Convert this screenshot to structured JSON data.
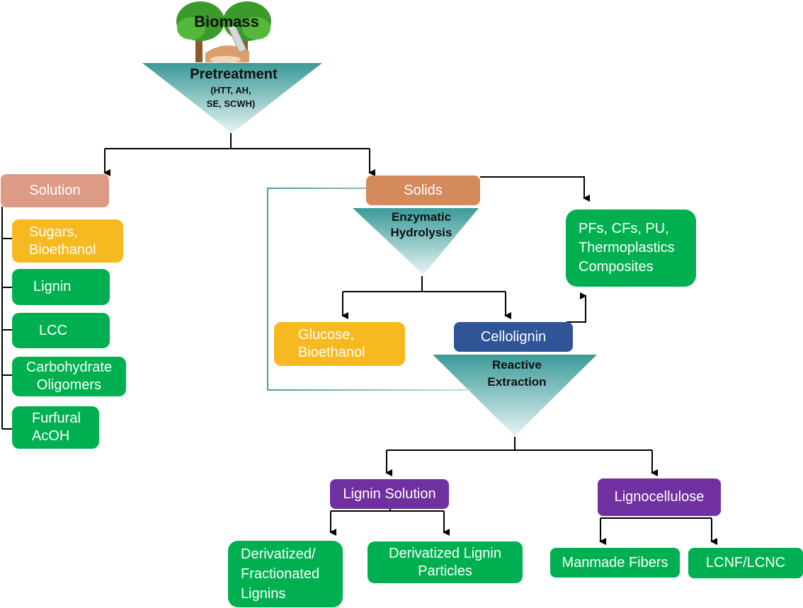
{
  "colors": {
    "solution": "#dd9a84",
    "solids": "#d48a5c",
    "yellow": "#f6b91f",
    "green": "#00b050",
    "blue": "#2f5597",
    "purple": "#7030a0",
    "teal_dark": "#3a9a98",
    "teal_light": "#e6f4f4",
    "arrow": "#000000",
    "feedback_line": "#5aa9a8"
  },
  "source": {
    "label": "Biomass",
    "icon": "trees-wood-chips-icon"
  },
  "processes": {
    "pretreatment": {
      "title": "Pretreatment",
      "subtitle": "(HTT, AH,\nSE, SCWH)"
    },
    "enzymatic": {
      "title": "Enzymatic\nHydrolysis"
    },
    "reactive": {
      "title": "Reactive\nExtraction"
    }
  },
  "nodes": {
    "solution": "Solution",
    "solids": "Solids",
    "sugars": "Sugars,\nBioethanol",
    "lignin": "Lignin",
    "lcc": "LCC",
    "carbohydrate": "Carbohydrate\nOligomers",
    "furfural": "Furfural\nAcOH",
    "pfs": "PFs, CFs, PU,\nThermoplastics\nComposites",
    "glucose": "Glucose,\nBioethanol",
    "cellolignin": "Cellolignin",
    "lignin_solution": "Lignin Solution",
    "lignocellulose": "Lignocellulose",
    "derivatized_fractionated": "Derivatized/\nFractionated\nLignins",
    "derivatized_particles": "Derivatized Lignin\nParticles",
    "manmade_fibers": "Manmade Fibers",
    "lcnf": "LCNF/LCNC"
  }
}
